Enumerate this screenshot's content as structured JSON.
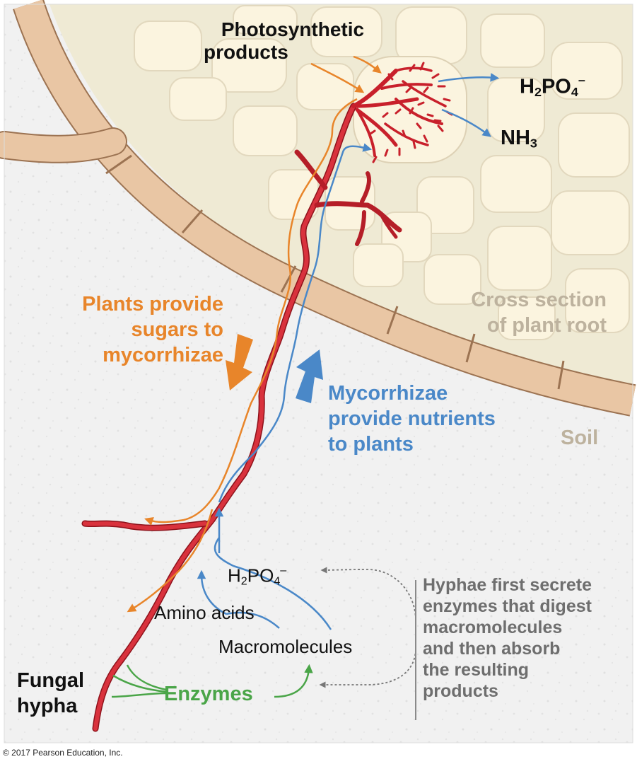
{
  "colors": {
    "orange": "#E8852A",
    "blue": "#4A88C8",
    "green": "#4AA548",
    "hypha_red": "#C8202B",
    "cell_wall": "#E9C6A4",
    "cell_fill": "#FBF4DF",
    "soil": "#F1F1F1",
    "gray_text": "#6E6E6E",
    "tan_text": "#BDB29E"
  },
  "labels": {
    "photosynthetic_products": {
      "line1": "Photosynthetic",
      "line2": "products"
    },
    "h2po4_top": {
      "pre": "H",
      "sub1": "2",
      "mid": "PO",
      "sub2": "4",
      "sup": "–"
    },
    "nh3": {
      "pre": "NH",
      "sub": "3"
    },
    "plants_provide": {
      "line1": "Plants provide",
      "line2": "sugars to",
      "line3": "mycorrhizae"
    },
    "mycorrhizae_provide": {
      "line1": "Mycorrhizae",
      "line2": "provide nutrients",
      "line3": "to plants"
    },
    "cross_section": {
      "line1": "Cross section",
      "line2": "of plant root"
    },
    "soil": "Soil",
    "h2po4_bottom": {
      "pre": "H",
      "sub1": "2",
      "mid": "PO",
      "sub2": "4",
      "sup": "–"
    },
    "amino_acids": "Amino acids",
    "macromolecules": "Macromolecules",
    "enzymes": "Enzymes",
    "fungal_hypha": {
      "line1": "Fungal",
      "line2": "hypha"
    },
    "hyphae_note": {
      "line1": "Hyphae first secrete",
      "line2": "enzymes that digest",
      "line3": "macromolecules",
      "line4": "and then absorb",
      "line5": "the resulting",
      "line6": "products"
    },
    "copyright": "© 2017 Pearson Education, Inc."
  }
}
